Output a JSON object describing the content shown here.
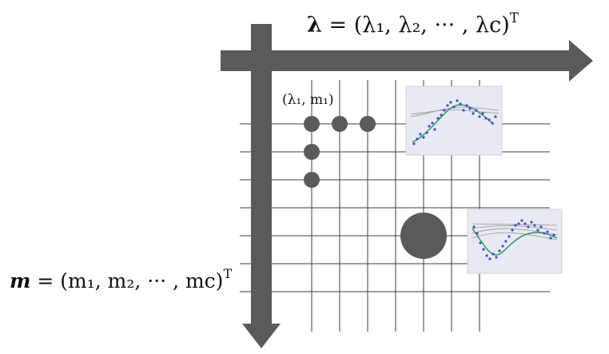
{
  "labels": {
    "lambda_vector": "λ = (λ₁, λ₂, ··· , λ_c)ᵀ",
    "lambda_vector_parts": {
      "symbol": "λ",
      "rhs": " = (λ₁, λ₂, ··· , λc)",
      "superscript": "T"
    },
    "m_vector_parts": {
      "symbol": "m",
      "rhs": " = (m₁, m₂, ··· , mc)",
      "superscript": "T"
    },
    "grid_pair": "(λ₁, m₁)"
  },
  "colors": {
    "arrow": "#5a5a5a",
    "grid_line": "#3c3c3c",
    "node": "#5a5a5a",
    "plot_bg": "#e9e9f3",
    "plot_points": "#3b52c4",
    "plot_curve": "#2f9a6a",
    "plot_band": "#777777"
  },
  "icons": {
    "horizontal_axis": "right-arrow",
    "vertical_axis": "down-arrow",
    "inset_plot": "scatter-regression-plot"
  }
}
